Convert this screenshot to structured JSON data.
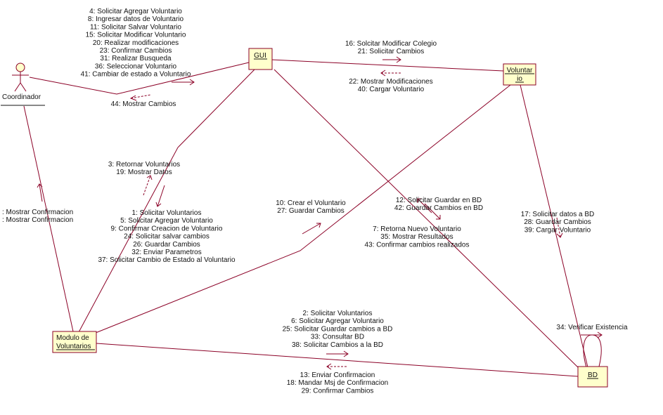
{
  "objects": {
    "actor": "Coordinador",
    "gui": "GUI",
    "voluntario_line1": "Voluntar",
    "voluntario_line2": "io",
    "modulo_line1": "Modulo de",
    "modulo_line2": "Voluntarios",
    "bd": "BD"
  },
  "messages": {
    "coord_gui": [
      "4: Solicitar Agregar Voluntario",
      "8: Ingresar datos de Voluntario",
      "11: Solicitar Salvar Voluntario",
      "15: Solicitar Modificar Voluntario",
      "20: Realizar modificaciones",
      "23: Confirmar Cambios",
      "31: Realizar Busqueda",
      "36: Seleccionar Voluntario",
      "41: Cambiar de estado a Voluntario"
    ],
    "gui_coord": [
      "44: Mostrar Cambios"
    ],
    "gui_vol": [
      "16: Solcitar Modificar Colegio",
      "21: Solicitar Cambios"
    ],
    "vol_gui": [
      "22: Mostrar Modificaciones",
      "40: Cargar Voluntario"
    ],
    "gui_mod_up": [
      "3: Retornar  Voluntarios",
      "19: Mostrar Datos"
    ],
    "mod_gui_down": [
      "1: Solicitar Voluntarios",
      "5: Solicitar Agregar Voluntario",
      "9: Confirmar Creacion de Voluntario",
      "24: Solicitar salvar cambios",
      "26: Guardar Cambios",
      "32: Enviar Parametros",
      "37: Solicitar Cambio de Estado al Voluntario"
    ],
    "mod_coord": [
      ": Mostrar Confirmacion",
      ": Mostrar Confirmacion"
    ],
    "mod_vol": [
      "10: Crear el Voluntario",
      "27: Guardar Cambios"
    ],
    "gui_bd": [
      "12: Solicitar Guardar en BD",
      "42: Guardar Cambios en BD"
    ],
    "bd_gui": [
      "7: Retorna Nuevo Voluntario",
      "35: Mostrar Resultados",
      "43: Confirmar cambios realizados"
    ],
    "vol_bd": [
      "17: Solicitar datos a BD",
      "28: Guardar Cambios",
      "39: Cargar Voluntario"
    ],
    "mod_bd": [
      "2: Solicitar Voluntarios",
      "6: Solicitar Agregar Voluntario",
      "25: Solicitar Guardar cambios a BD",
      "33: Consultar BD",
      "38: Solicitar Cambios a la BD"
    ],
    "bd_mod": [
      "13: Enviar Confirmacion",
      "18: Mandar Msj de Confirmacion",
      "29: Confirmar Cambios"
    ],
    "bd_self": [
      "34: Verificar Existencia"
    ]
  }
}
